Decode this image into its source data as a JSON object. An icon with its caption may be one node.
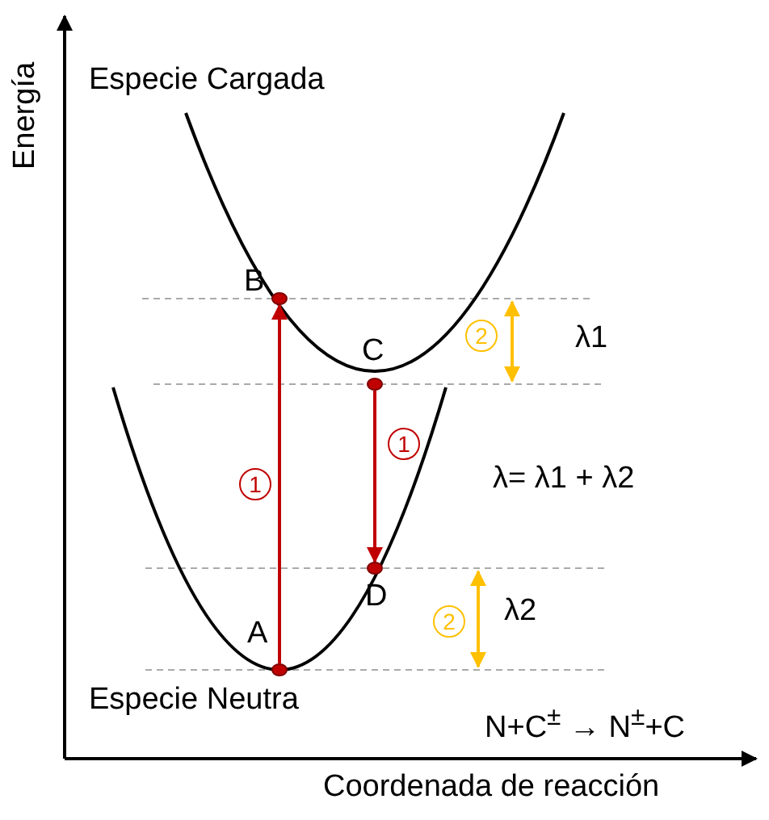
{
  "diagram": {
    "nodes": [
      {
        "text": [],
        "shape": "circle",
        "beside": [
          "B"
        ]
      },
      {
        "text": [],
        "shape": "circle",
        "beside": [
          "C"
        ]
      },
      {
        "text": [],
        "shape": "circle",
        "beside": [
          "D"
        ]
      },
      {
        "text": [],
        "shape": "circle",
        "beside": [
          "A"
        ]
      }
    ],
    "edges": [
      {
        "from": 3,
        "to": 0,
        "arrow": "to",
        "label": "1"
      },
      {
        "from": 1,
        "to": 2,
        "arrow": "to",
        "label": "1"
      }
    ],
    "labels": [
      "Energía",
      "Especie Cargada",
      "2",
      "λ1",
      "λ= λ1 + λ2",
      "2",
      "λ2",
      "Especie Neutra",
      "N+C$^{±}$ → N$^{±}$+C",
      "Coordenada de reacción"
    ]
  }
}
